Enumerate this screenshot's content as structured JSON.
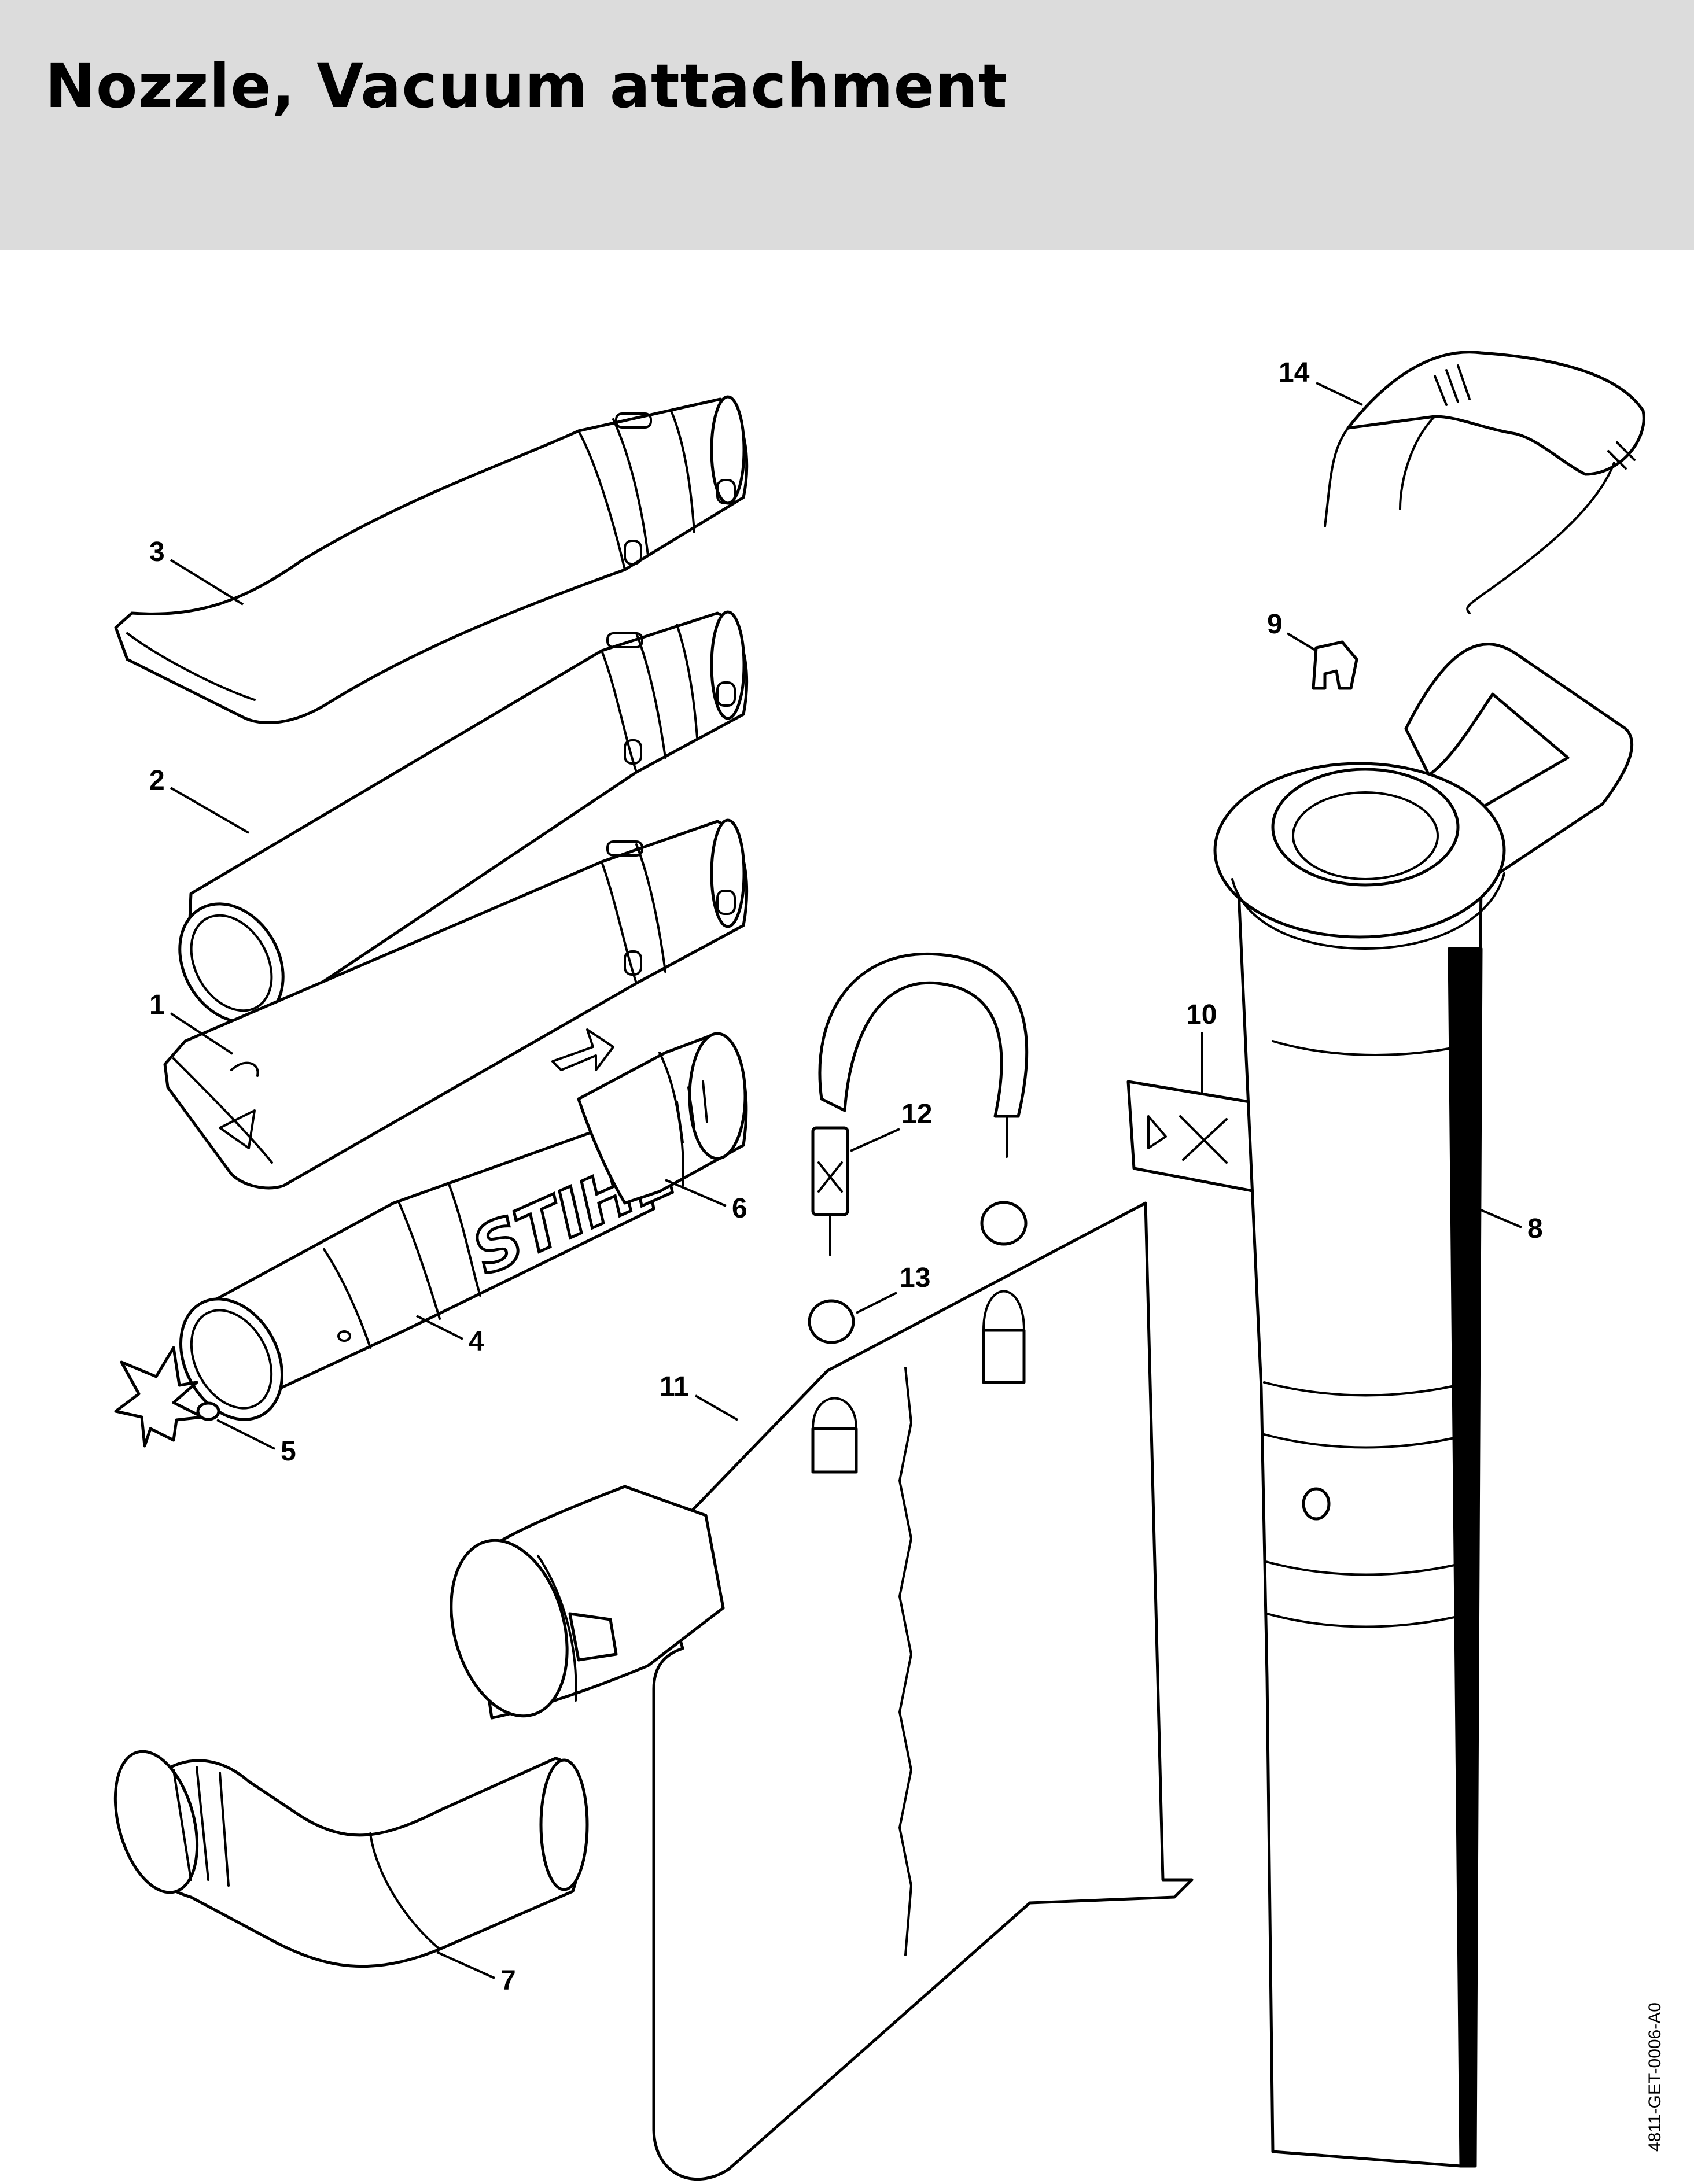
{
  "header": {
    "title": "Nozzle, Vacuum attachment"
  },
  "callouts": [
    "1",
    "2",
    "3",
    "4",
    "5",
    "6",
    "7",
    "8",
    "9",
    "10",
    "11",
    "12",
    "13",
    "14"
  ],
  "logo_text": "STIHL",
  "doc_code": "4811-GET-0006-A0",
  "colors": {
    "header_bg": "#dcdcdc",
    "line": "#000000",
    "fill": "#ffffff"
  }
}
